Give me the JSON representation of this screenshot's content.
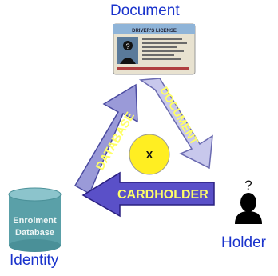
{
  "labels": {
    "document": "Document",
    "identity": "Identity",
    "holder": "Holder"
  },
  "card": {
    "heading": "DRIVER'S LICENSE"
  },
  "arrows": {
    "database": "DATABASE",
    "document": "DOCUMENT",
    "cardholder": "CARDHOLDER"
  },
  "center": {
    "mark": "X"
  },
  "database_cylinder": {
    "line1": "Enrolment",
    "line2": "Database"
  },
  "holder_mark": "?",
  "colors": {
    "label_blue": "#1a33cc",
    "arrow_database": "#9a9ad8",
    "arrow_document": "#c8c8ec",
    "arrow_cardholder": "#5a50c8",
    "arrow_text": "#ffff66",
    "center_circle": "#ffee22",
    "triangle": "#ffffff",
    "cylinder": "#5aa0a8"
  }
}
